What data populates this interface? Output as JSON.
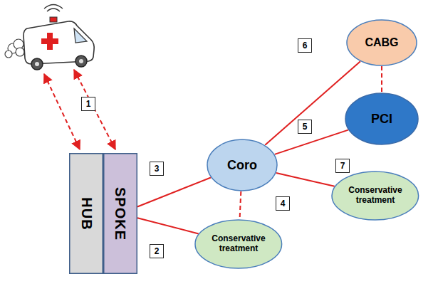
{
  "diagram": {
    "nodes": [
      {
        "text": [
          "HUB"
        ]
      },
      {
        "text": [
          "SPOKE"
        ]
      },
      {
        "text": [
          "Coro"
        ]
      },
      {
        "text": [
          "Conservative treatment"
        ]
      },
      {
        "text": [
          "CABG"
        ]
      },
      {
        "text": [
          "PCI"
        ]
      },
      {
        "text": [
          "Conservative treatment"
        ]
      }
    ],
    "edges": [
      {
        "from": 1,
        "to": 2,
        "arrow": "none"
      },
      {
        "from": 1,
        "to": 3,
        "arrow": "none"
      },
      {
        "from": 2,
        "to": 3,
        "arrow": "none"
      },
      {
        "from": 2,
        "to": 4,
        "arrow": "none"
      },
      {
        "from": 2,
        "to": 5,
        "arrow": "none"
      },
      {
        "from": 2,
        "to": 6,
        "arrow": "none"
      },
      {
        "from": 4,
        "to": 5,
        "arrow": "none"
      }
    ],
    "labels": [
      "1",
      "3",
      "2",
      "4",
      "5",
      "6",
      "7"
    ]
  }
}
